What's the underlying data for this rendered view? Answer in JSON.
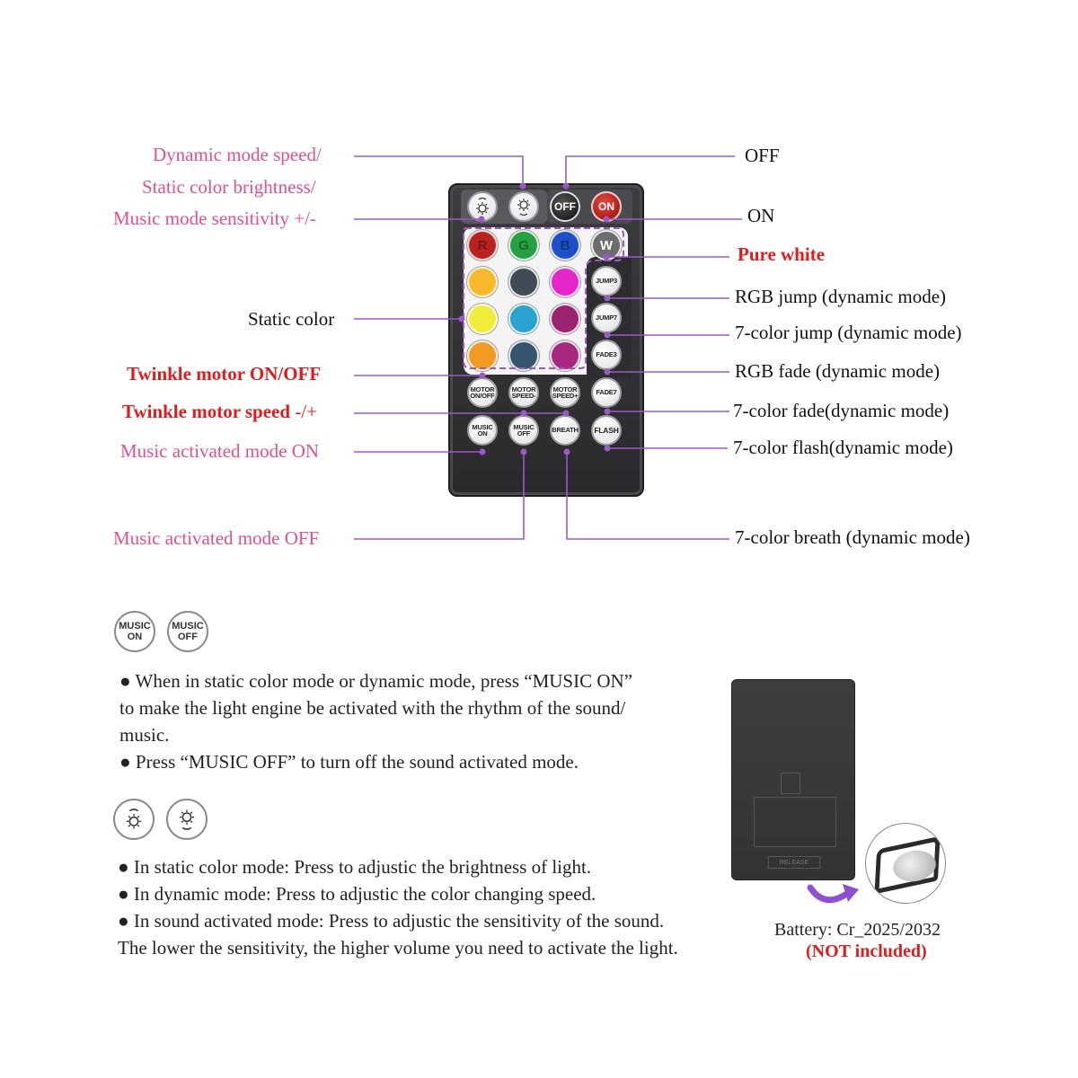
{
  "left_labels": {
    "brightness_line1": "Dynamic mode speed/",
    "brightness_line2": "Static color brightness/",
    "brightness_line3": "Music mode sensitivity +/-",
    "static_color": "Static color",
    "twinkle_onoff": "Twinkle motor ON/OFF",
    "twinkle_speed": "Twinkle motor speed",
    "twinkle_speed_suffix": "-/+",
    "music_on": "Music activated mode ON",
    "music_off": "Music activated mode OFF"
  },
  "right_labels": {
    "off": "OFF",
    "on": "ON",
    "pure_white": "Pure white",
    "rgb_jump": "RGB jump (dynamic mode)",
    "color7_jump": "7-color jump (dynamic mode)",
    "rgb_fade": "RGB fade (dynamic mode)",
    "color7_fade": "7-color fade(dynamic mode)",
    "color7_flash": "7-color flash(dynamic mode)",
    "color7_breath": "7-color breath (dynamic mode)"
  },
  "remote": {
    "top_row": [
      "brightness-up",
      "brightness-down",
      "OFF",
      "ON"
    ],
    "off_label": "OFF",
    "on_label": "ON",
    "rgbw": [
      "R",
      "G",
      "B",
      "W"
    ],
    "color_grid": [
      [
        "#f7b92b",
        "#3f4b56",
        "#e626c9"
      ],
      [
        "#f0ee3a",
        "#2aa3cf",
        "#9b2470"
      ],
      [
        "#f39a22",
        "#34556d",
        "#a8287f"
      ]
    ],
    "rgb_colors": [
      "#b8231f",
      "#27a043",
      "#1d4fc6",
      "#6d6d70"
    ],
    "dynamic_buttons": [
      "JUMP3",
      "JUMP7",
      "FADE3",
      "FADE7",
      "FLASH"
    ],
    "motor_buttons": [
      {
        "l1": "MOTOR",
        "l2": "ON/OFF"
      },
      {
        "l1": "MOTOR",
        "l2": "SPEED-"
      },
      {
        "l1": "MOTOR",
        "l2": "SPEED+"
      }
    ],
    "music_buttons": [
      {
        "l1": "MUSIC",
        "l2": "ON"
      },
      {
        "l1": "MUSIC",
        "l2": "OFF"
      }
    ],
    "breath_label": "BREATH",
    "flash_label": "FLASH"
  },
  "music_section": {
    "icon1": {
      "l1": "MUSIC",
      "l2": "ON"
    },
    "icon2": {
      "l1": "MUSIC",
      "l2": "OFF"
    },
    "lines": [
      "● When in static color mode or dynamic mode, press “MUSIC ON”",
      "to make the light engine be activated with the rhythm of the sound/",
      "music.",
      "● Press “MUSIC OFF” to turn off the sound activated mode."
    ]
  },
  "brightness_section": {
    "icons": [
      "brightness-up-icon",
      "brightness-down-icon"
    ],
    "lines": [
      "● In static color mode: Press to adjustic the brightness of light.",
      "● In dynamic mode: Press to adjustic the color changing speed.",
      "● In sound activated mode: Press to adjustic the sensitivity of the sound.",
      "The lower the sensitivity, the higher volume you need to activate the light."
    ]
  },
  "battery": {
    "label": "Battery: Cr_2025/2032",
    "note": "(NOT included)",
    "release_label": "RELEASE"
  },
  "colors": {
    "line": "#9b59c6",
    "pink_label": "#e0508f",
    "red_label": "#e01b1b",
    "dashed_border": "#9b59c6"
  }
}
